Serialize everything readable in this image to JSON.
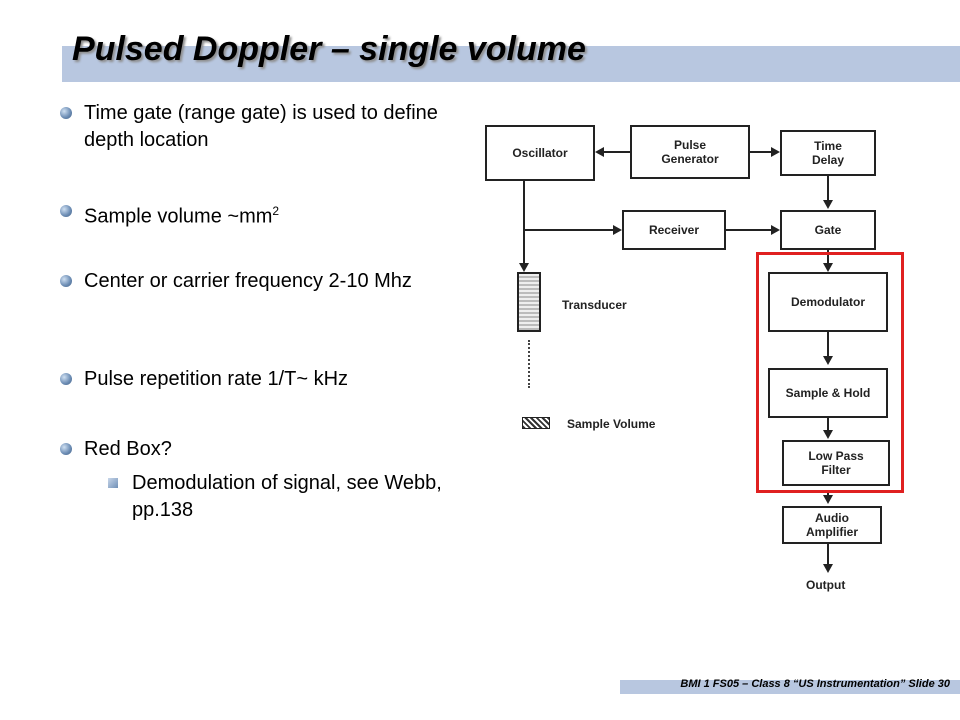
{
  "slide": {
    "title": "Pulsed Doppler – single volume",
    "footer": "BMI 1 FS05 – Class 8 “US Instrumentation”  Slide 30"
  },
  "bullets": [
    {
      "text": "Time gate (range gate) is used to define depth location"
    },
    {
      "text": "Sample volume ~mm",
      "sup": "2"
    },
    {
      "text": "Center or carrier frequency 2-10 Mhz"
    },
    {
      "text": "Pulse repetition rate 1/T~ kHz"
    },
    {
      "text": "Red Box?"
    }
  ],
  "sub_bullets": [
    {
      "text": "Demodulation of signal, see Webb, pp.138"
    }
  ],
  "diagram": {
    "blocks": {
      "oscillator": "Oscillator",
      "pulse_generator": "Pulse\nGenerator",
      "time_delay": "Time\nDelay",
      "receiver": "Receiver",
      "gate": "Gate",
      "demodulator": "Demodulator",
      "sample_hold": "Sample & Hold",
      "low_pass_filter": "Low Pass\nFilter",
      "audio_amplifier": "Audio\nAmplifier"
    },
    "labels": {
      "transducer": "Transducer",
      "sample_volume": "Sample Volume",
      "output": "Output"
    },
    "highlight_color": "#e02020"
  }
}
